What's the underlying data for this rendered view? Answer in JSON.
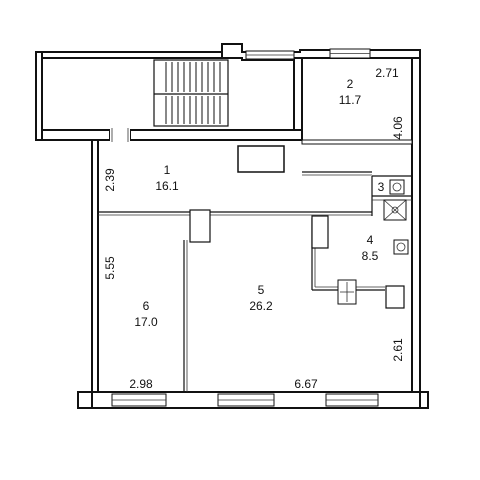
{
  "rooms": [
    {
      "number": "1",
      "area": "16.1"
    },
    {
      "number": "2",
      "area": "11.7"
    },
    {
      "number": "3",
      "area": ""
    },
    {
      "number": "4",
      "area": "8.5"
    },
    {
      "number": "5",
      "area": "26.2"
    },
    {
      "number": "6",
      "area": "17.0"
    }
  ],
  "dimensions": {
    "room2_width": "2.71",
    "room2_depth": "4.06",
    "room1_depth": "2.39",
    "room6_depth": "5.55",
    "room6_width": "2.98",
    "room5_width": "6.67",
    "room5_depth": "2.61"
  }
}
